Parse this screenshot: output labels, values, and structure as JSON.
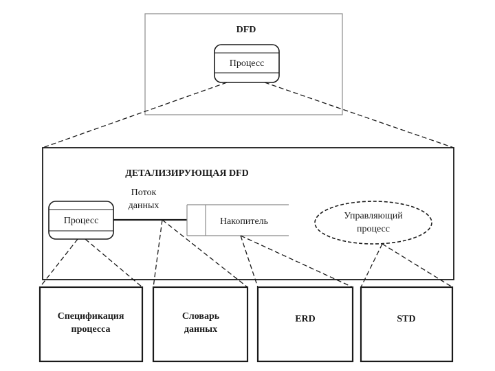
{
  "colors": {
    "ink": "#1a1a1a",
    "faint_frame": "#8a8a8a",
    "background": "#ffffff"
  },
  "top_frame": {
    "title": "DFD",
    "process_label": "Процесс"
  },
  "detail_frame": {
    "title": "ДЕТАЛИЗИРУЮЩАЯ DFD",
    "process_label": "Процесс",
    "flow_label_line1": "Поток",
    "flow_label_line2": "данных",
    "store_label": "Накопитель",
    "control_process_line1": "Управляющий",
    "control_process_line2": "процесс"
  },
  "bottom_boxes": [
    {
      "line1": "Спецификация",
      "line2": "процесса"
    },
    {
      "line1": "Словарь",
      "line2": "данных"
    },
    {
      "line1": "ERD",
      "line2": ""
    },
    {
      "line1": "STD",
      "line2": ""
    }
  ]
}
